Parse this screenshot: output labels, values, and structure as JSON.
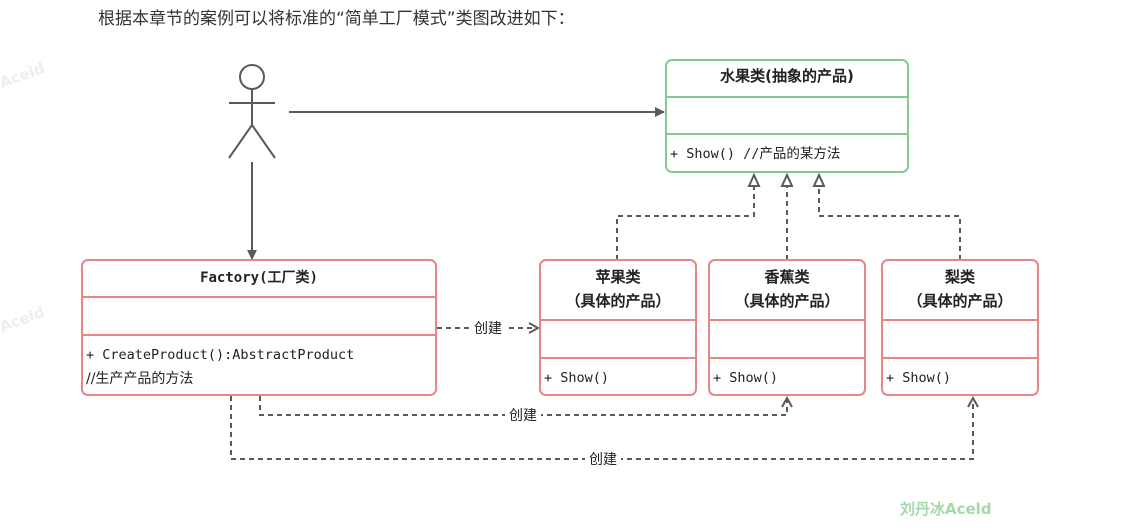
{
  "intro_text": "根据本章节的案例可以将标准的“简单工厂模式”类图改进如下：",
  "colors": {
    "abstract_border": "#85c98f",
    "concrete_border": "#e88585",
    "line": "#5a5a5a",
    "watermark": "#a6d9a9"
  },
  "abstract_product": {
    "title": "水果类(抽象的产品)",
    "method": "+ Show() //产品的某方法"
  },
  "factory": {
    "title": "Factory(工厂类)",
    "method": "+ CreateProduct():AbstractProduct",
    "comment": "//生产产品的方法"
  },
  "products": [
    {
      "name": "苹果类",
      "subtitle": "（具体的产品）",
      "method": "+ Show()"
    },
    {
      "name": "香蕉类",
      "subtitle": "（具体的产品）",
      "method": "+ Show()"
    },
    {
      "name": "梨类",
      "subtitle": "（具体的产品）",
      "method": "+ Show()"
    }
  ],
  "relations": {
    "create_label": "创建"
  },
  "watermark": "刘丹冰Aceld",
  "faint_watermark": "Aceld"
}
